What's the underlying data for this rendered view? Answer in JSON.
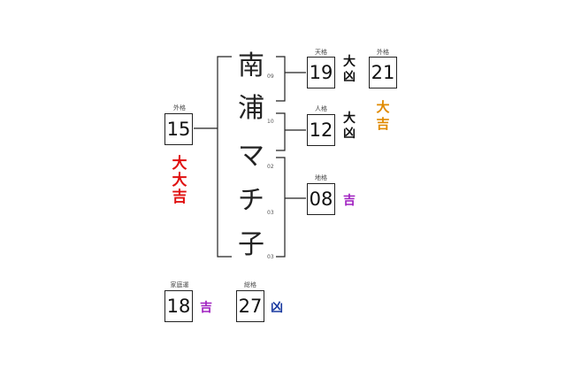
{
  "name_chars": [
    {
      "char": "南",
      "strokes": "09"
    },
    {
      "char": "浦",
      "strokes": "10"
    },
    {
      "char": "マ",
      "strokes": "02"
    },
    {
      "char": "チ",
      "strokes": "03"
    },
    {
      "char": "子",
      "strokes": "03"
    }
  ],
  "tenkaku": {
    "label": "天格",
    "value": "19",
    "fortune": "大凶",
    "color": "#111111"
  },
  "jinkaku": {
    "label": "人格",
    "value": "12",
    "fortune": "大凶",
    "color": "#111111"
  },
  "chikaku": {
    "label": "地格",
    "value": "08",
    "fortune": "吉",
    "color": "#a020c0"
  },
  "gaikaku_top": {
    "label": "外格",
    "value": "21",
    "fortune": "大吉",
    "color": "#e08a00"
  },
  "gaikaku_left": {
    "label": "外格",
    "value": "15",
    "fortune": "大大吉",
    "color": "#e01010"
  },
  "kateiun": {
    "label": "家庭運",
    "value": "18",
    "fortune": "吉",
    "color": "#a020c0"
  },
  "soukaku": {
    "label": "総格",
    "value": "27",
    "fortune": "凶",
    "color": "#1a3aa0"
  }
}
